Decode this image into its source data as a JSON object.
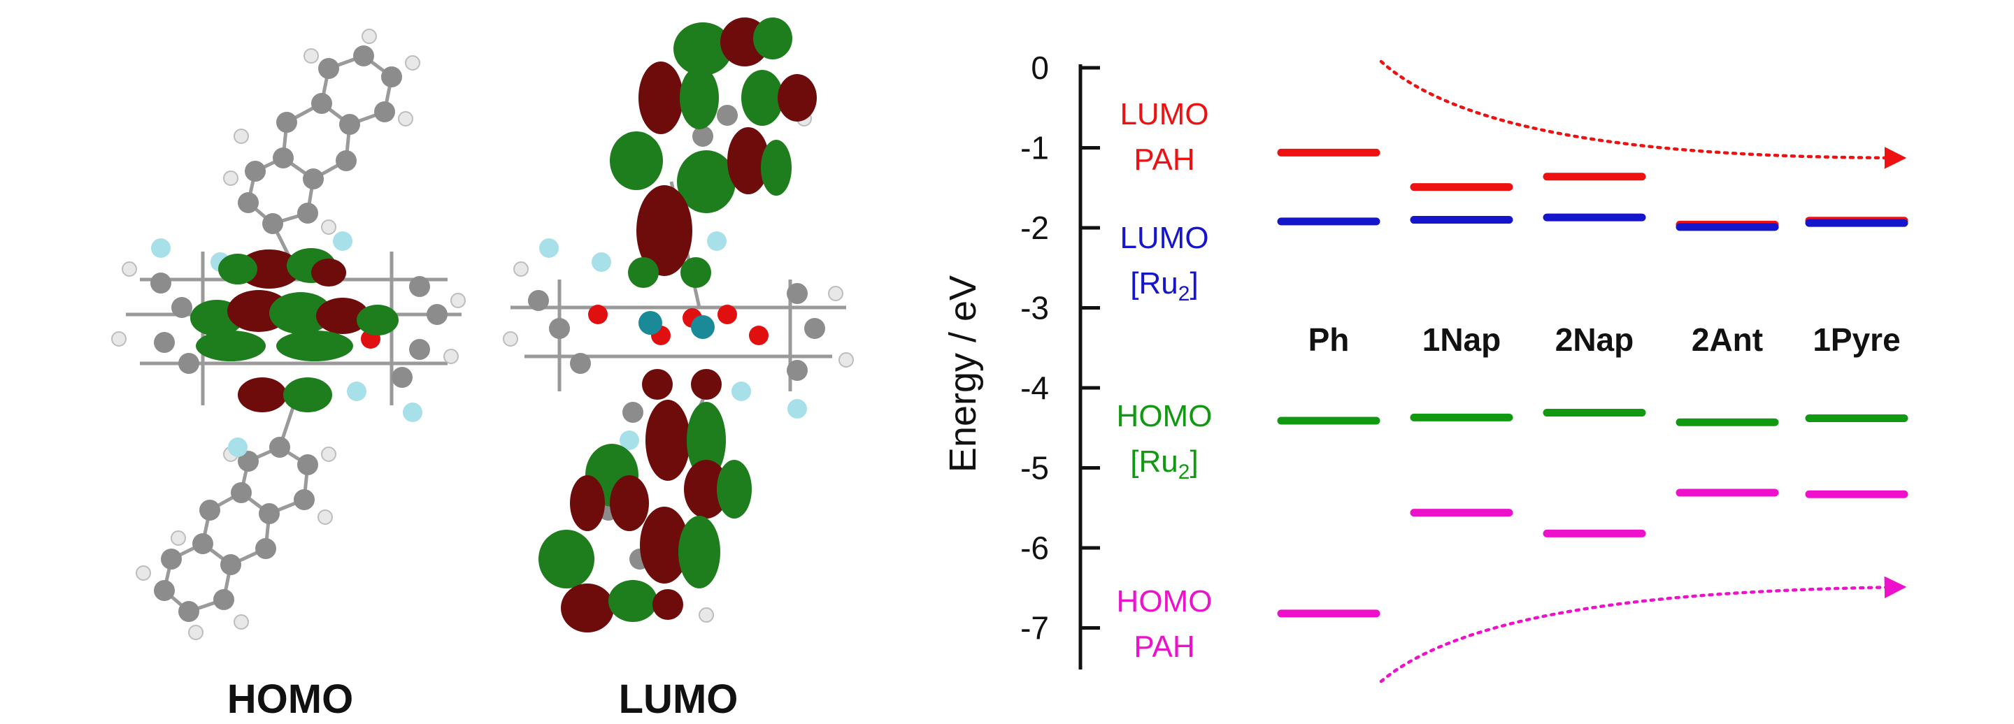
{
  "figure": {
    "left_labels": [
      "HOMO",
      "LUMO"
    ]
  },
  "colors": {
    "lumo_pah": "#ee1111",
    "lumo_ru2": "#1515cc",
    "homo_ru2": "#119911",
    "homo_pah": "#ee11cc",
    "orbital_dark": "#6e0b0b",
    "orbital_green": "#1e7e1e",
    "atom_c": "#8c8c8c",
    "atom_h": "#e6e6e6",
    "atom_o": "#e01010",
    "atom_f": "#a8e0ea",
    "atom_ru": "#1a8a99"
  },
  "chart_data": {
    "type": "energy-level-diagram",
    "ylabel": "Energy / eV",
    "ylim": [
      -7.5,
      0
    ],
    "yticks": [
      0,
      -1,
      -2,
      -3,
      -4,
      -5,
      -6,
      -7
    ],
    "categories": [
      "Ph",
      "1Nap",
      "2Nap",
      "2Ant",
      "1Pyre"
    ],
    "series": [
      {
        "name": "LUMO PAH",
        "label_lines": [
          "LUMO",
          "PAH"
        ],
        "color": "#ee1111",
        "values": [
          -1.06,
          -1.49,
          -1.36,
          -1.96,
          -1.91
        ]
      },
      {
        "name": "LUMO [Ru2]",
        "label_lines": [
          "LUMO",
          "[Ru",
          "2",
          "]"
        ],
        "color": "#1515cc",
        "values": [
          -1.92,
          -1.9,
          -1.87,
          -1.99,
          -1.94
        ]
      },
      {
        "name": "HOMO [Ru2]",
        "label_lines": [
          "HOMO",
          "[Ru",
          "2",
          "]"
        ],
        "color": "#119911",
        "values": [
          -4.41,
          -4.37,
          -4.31,
          -4.43,
          -4.38
        ]
      },
      {
        "name": "HOMO PAH",
        "label_lines": [
          "HOMO",
          "PAH"
        ],
        "color": "#ee11cc",
        "values": [
          -6.82,
          -5.56,
          -5.82,
          -5.31,
          -5.33
        ]
      }
    ],
    "trends": [
      {
        "series": "LUMO PAH",
        "direction": "down",
        "color": "#ee1111"
      },
      {
        "series": "HOMO PAH",
        "direction": "up",
        "color": "#ee11cc"
      }
    ],
    "grid": false,
    "legend": "left-inline"
  }
}
